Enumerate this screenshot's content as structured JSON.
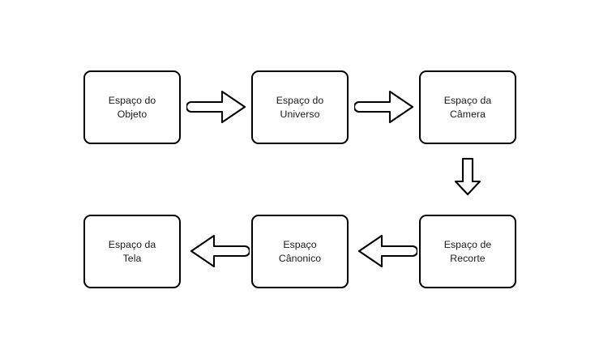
{
  "diagram": {
    "type": "flowchart",
    "title": "",
    "background_color": "#ffffff",
    "stroke_color": "#000000",
    "text_color": "#1a1a1a",
    "nodes": [
      {
        "id": "objeto",
        "label": "Espaço do\nObjeto",
        "row": 1,
        "col": 1
      },
      {
        "id": "universo",
        "label": "Espaço do\nUniverso",
        "row": 1,
        "col": 2
      },
      {
        "id": "camera",
        "label": "Espaço da\nCâmera",
        "row": 1,
        "col": 3
      },
      {
        "id": "tela",
        "label": "Espaço da\nTela",
        "row": 2,
        "col": 1
      },
      {
        "id": "canonico",
        "label": "Espaço\nCânonico",
        "row": 2,
        "col": 2
      },
      {
        "id": "recorte",
        "label": "Espaço de\nRecorte",
        "row": 2,
        "col": 3
      }
    ],
    "arrows": [
      {
        "id": "objeto-universo",
        "from": "objeto",
        "to": "universo",
        "direction": "right",
        "label": ""
      },
      {
        "id": "universo-camera",
        "from": "universo",
        "to": "camera",
        "direction": "right",
        "label": ""
      },
      {
        "id": "camera-recorte",
        "from": "camera",
        "to": "recorte",
        "direction": "down",
        "label": ""
      },
      {
        "id": "recorte-canonico",
        "from": "recorte",
        "to": "canonico",
        "direction": "left",
        "label": ""
      },
      {
        "id": "canonico-tela",
        "from": "canonico",
        "to": "tela",
        "direction": "left",
        "label": ""
      }
    ]
  }
}
